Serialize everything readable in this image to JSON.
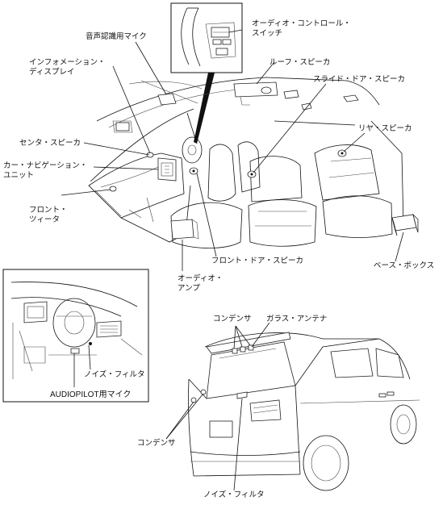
{
  "labels": {
    "audio_control_switch": "オーディオ・コントロール・\nスイッチ",
    "voice_mic": "音声認識用マイク",
    "roof_speaker": "ルーフ・スピーカ",
    "info_display": "インフォメーション・\nディスプレイ",
    "slide_door_speaker": "スライド・ドア・スピーカ",
    "center_speaker": "センタ・スピーカ",
    "rear_speaker": "リヤ・スピーカ",
    "car_nav_unit": "カー・ナビゲーション・\nユニット",
    "front_tweeter": "フロント・\nツィータ",
    "bass_box": "ベース・ボックス",
    "front_door_speaker": "フロント・ドア・スピーカ",
    "audio_amp": "オーディオ・\nアンプ",
    "noise_filter_inset": "ノイズ・フィルタ",
    "audiopilot_mic": "AUDIOPILOT用マイク",
    "condenser_top": "コンデンサ",
    "glass_antenna": "ガラス・アンテナ",
    "condenser_bottom": "コンデンサ",
    "noise_filter_rear": "ノイズ・フィルタ"
  }
}
